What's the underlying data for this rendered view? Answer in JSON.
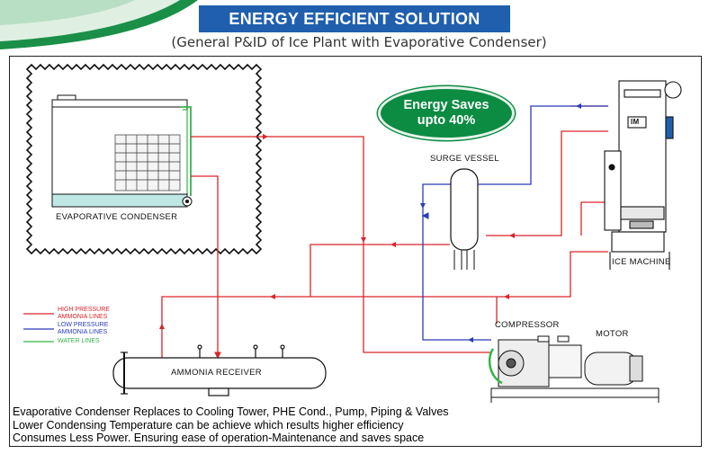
{
  "header": {
    "title": "ENERGY EFFICIENT SOLUTION",
    "subtitle": "(General P&ID of Ice Plant with Evaporative Condenser)"
  },
  "badge": {
    "line1": "Energy Saves",
    "line2": "upto 40%"
  },
  "equipment": {
    "evaporative_condenser": "EVAPORATIVE  CONDENSER",
    "surge_vessel": "SURGE VESSEL",
    "ice_machine": "ICE MACHINE",
    "ice_machine_tag": "IM",
    "compressor": "COMPRESSOR",
    "motor": "MOTOR",
    "ammonia_receiver": "AMMONIA RECEIVER"
  },
  "legend": {
    "high_pressure_line1": "HIGH PRESSURE",
    "high_pressure_line2": "AMMONIA LINES",
    "low_pressure_line1": "LOW PRESSURE",
    "low_pressure_line2": "AMMONIA LINES",
    "water_lines": "WATER LINES"
  },
  "notes": [
    "Evaporative Condenser Replaces to Cooling Tower, PHE Cond., Pump, Piping & Valves",
    "Lower Condensing Temperature can be achieve which results higher efficiency",
    "Consumes Less Power. Ensuring ease of operation-Maintenance and saves space"
  ],
  "colors": {
    "high_pressure": "#d9252a",
    "low_pressure": "#2b3bb8",
    "water": "#36b44a",
    "banner": "#1f5fad",
    "badge": "#0c8b43"
  }
}
